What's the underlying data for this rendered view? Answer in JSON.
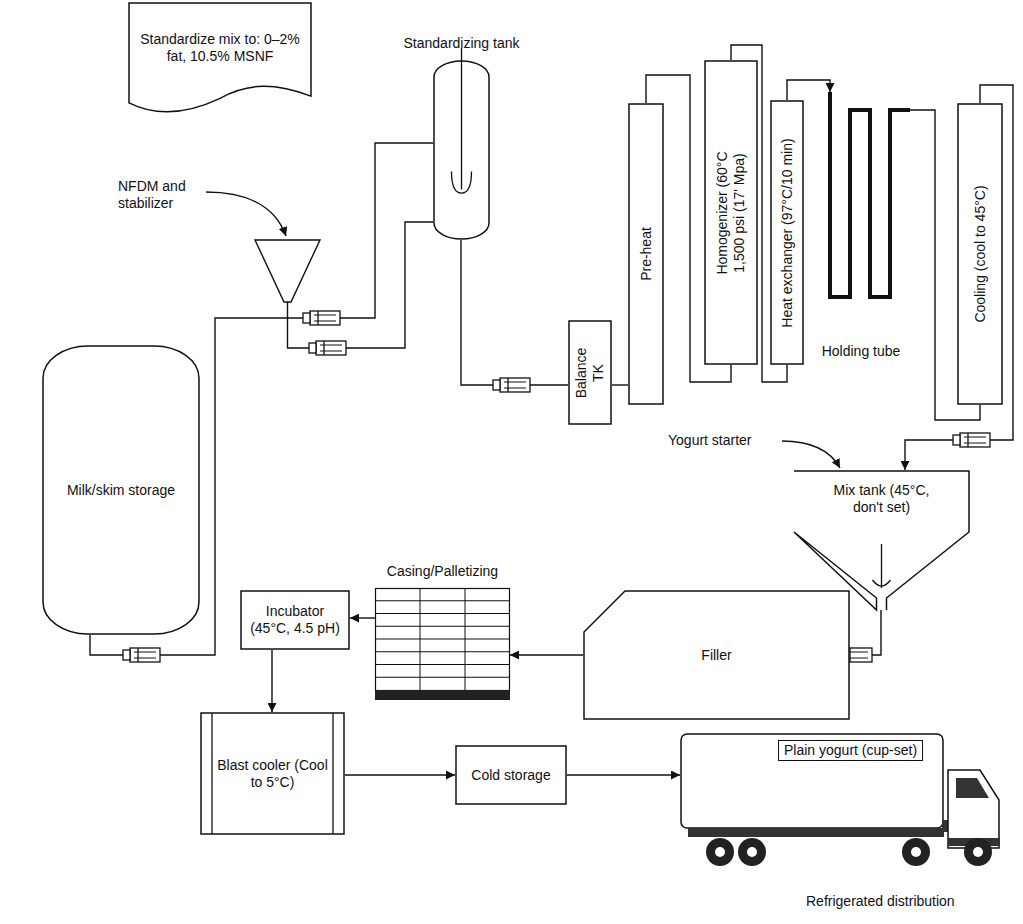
{
  "diagram": {
    "nodes": [
      {
        "text": [
          "Standardize mix to: 0–2% fat, 10.5% MSNF"
        ]
      },
      {
        "text": [
          "Milk/skim storage"
        ]
      },
      {
        "text": [
          "Standardizing tank"
        ]
      },
      {
        "text": [
          "Balance TK"
        ]
      },
      {
        "text": [
          "Pre-heat"
        ]
      },
      {
        "text": [
          "Homogenizer (60°C 1,500 psi (17' Mpa)"
        ]
      },
      {
        "text": [
          "Heat exchanger (97°C/10 min)"
        ]
      },
      {
        "text": [
          "Holding tube"
        ]
      },
      {
        "text": [
          "Cooling (cool to 45°C)"
        ]
      },
      {
        "text": [
          "Mix tank (45°C, don't set)"
        ]
      },
      {
        "text": [
          "Filler"
        ]
      },
      {
        "text": [
          "Casing/Palletizing"
        ]
      },
      {
        "text": [
          "Incubator (45°C, 4.5 pH)"
        ]
      },
      {
        "text": [
          "Blast cooler (Cool to 5°C)"
        ]
      },
      {
        "text": [
          "Cold storage"
        ]
      },
      {
        "text": [
          "Plain yogurt (cup-set)"
        ]
      }
    ],
    "edges": [
      {
        "from": 1,
        "to": 2,
        "arrow": "none"
      },
      {
        "from": 2,
        "to": 3,
        "arrow": "none"
      },
      {
        "from": 3,
        "to": 4,
        "arrow": "none"
      },
      {
        "from": 4,
        "to": 5,
        "arrow": "none"
      },
      {
        "from": 5,
        "to": 6,
        "arrow": "none"
      },
      {
        "from": 6,
        "to": 7,
        "arrow": "to"
      },
      {
        "from": 7,
        "to": 8,
        "arrow": "none"
      },
      {
        "from": 8,
        "to": 9,
        "arrow": "to"
      },
      {
        "from": 9,
        "to": 10,
        "arrow": "to"
      },
      {
        "from": 10,
        "to": 11,
        "arrow": "to"
      },
      {
        "from": 11,
        "to": 12,
        "arrow": "to"
      },
      {
        "from": 12,
        "to": 13,
        "arrow": "to"
      },
      {
        "from": 13,
        "to": 14,
        "arrow": "to"
      },
      {
        "from": 14,
        "to": 15,
        "arrow": "to"
      }
    ],
    "labels": [
      "NFDM and stabilizer",
      "Yogurt starter",
      "Refrigerated distribution"
    ]
  }
}
